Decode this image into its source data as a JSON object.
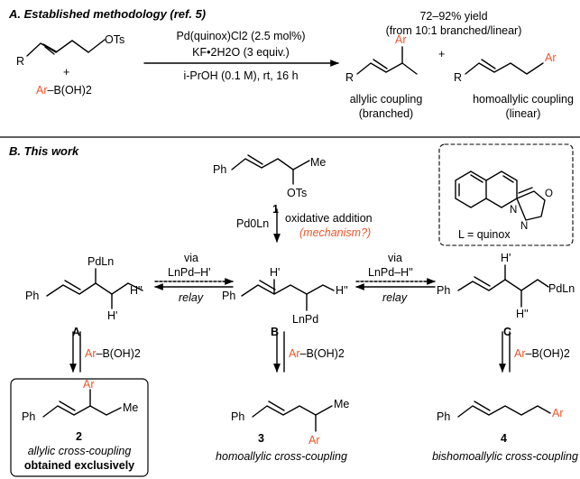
{
  "colors": {
    "text": "#000000",
    "accent": "#e8562a",
    "line": "#000000"
  },
  "section_a": {
    "heading": "A. Established methodology (ref. 5)",
    "substrate_r": "R",
    "substrate_group": "OTs",
    "plus": "+",
    "reagent_ar": "Ar",
    "reagent_rest": "–B(OH)2",
    "cond_catalyst": "Pd(quinox)Cl2 (2.5 mol%)",
    "cond_additive": "KF•2H2O (3 equiv.)",
    "cond_solvent": "i-PrOH (0.1 M), rt, 16 h",
    "yield": "72–92% yield",
    "ratio": "(from 10:1 branched/linear)",
    "product1_r": "R",
    "product1_ar": "Ar",
    "product1_label1": "allylic coupling",
    "product1_label2": "(branched)",
    "product_plus": "+",
    "product2_r": "R",
    "product2_ar": "Ar",
    "product2_label1": "homoallylic coupling",
    "product2_label2": "(linear)"
  },
  "section_b": {
    "heading": "B. This work",
    "ligand_n1": "N",
    "ligand_n2": "N",
    "ligand_o": "O",
    "ligand_label": "L = quinox",
    "start_ph": "Ph",
    "start_me": "Me",
    "start_ots": "OTs",
    "start_num": "1",
    "pd_reagent": "Pd0Ln",
    "step_label": "oxidative addition",
    "step_mech": "(mechanism?)",
    "via_left": "via",
    "relay_left_reagent": "LnPd–H'",
    "relay_left": "relay",
    "via_right": "via",
    "relay_right_reagent": "LnPd–H''",
    "relay_right": "relay",
    "int_a_ph": "Ph",
    "int_a_pd": "PdLn",
    "int_a_h1": "H'",
    "int_a_h2": "H''",
    "int_a_label": "A",
    "int_b_ph": "Ph",
    "int_b_h1": "H'",
    "int_b_h2": "H''",
    "int_b_pd": "LnPd",
    "int_b_label": "B",
    "int_c_ph": "Ph",
    "int_c_h1": "H'",
    "int_c_h2": "H''",
    "int_c_pd": "PdLn",
    "int_c_label": "C",
    "arb_ar_a": "Ar",
    "arb_rest_a": "–B(OH)2",
    "arb_ar_b": "Ar",
    "arb_rest_b": "–B(OH)2",
    "arb_ar_c": "Ar",
    "arb_rest_c": "–B(OH)2",
    "prod2_ph": "Ph",
    "prod2_ar": "Ar",
    "prod2_me": "Me",
    "prod2_num": "2",
    "prod2_label": "allylic cross-coupling",
    "prod2_excl": "obtained exclusively",
    "prod3_ph": "Ph",
    "prod3_me": "Me",
    "prod3_ar": "Ar",
    "prod3_num": "3",
    "prod3_label": "homoallylic cross-coupling",
    "prod4_ph": "Ph",
    "prod4_ar": "Ar",
    "prod4_num": "4",
    "prod4_label": "bishomoallylic cross-coupling"
  }
}
